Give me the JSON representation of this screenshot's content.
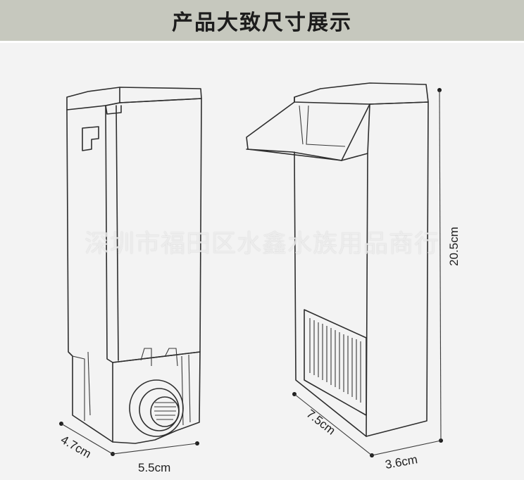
{
  "header": {
    "title": "产品大致尺寸展示"
  },
  "watermark": {
    "text": "深圳市福田区水鑫水族用品商行"
  },
  "dimensions": {
    "depth_left": "4.7cm",
    "width_left": "5.5cm",
    "height_right": "20.5cm",
    "width_right": "7.5cm",
    "depth_right": "3.6cm"
  },
  "colors": {
    "header_bg": "#c6c8be",
    "page_bg": "#f3f3f3",
    "line": "#2e2e2e"
  }
}
